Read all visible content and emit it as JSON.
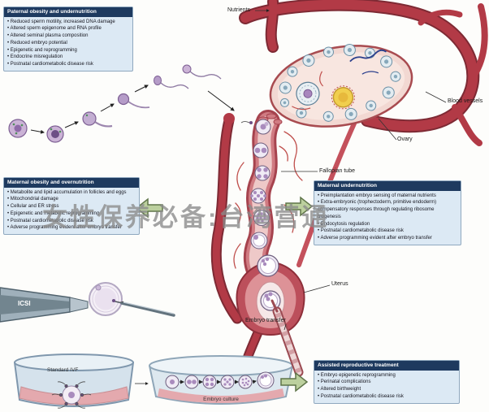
{
  "watermark": "女性保养必备:台湾营通",
  "boxes": {
    "paternal": {
      "title": "Paternal obesity and undernutrition",
      "items": [
        "Reduced sperm motility, increased DNA damage",
        "Altered sperm epigenome and RNA profile",
        "Altered seminal plasma composition",
        "Reduced embryo potential",
        "Epigenetic and reprogramming",
        "Endocrine misregulation",
        "Postnatal cardiometabolic disease risk"
      ]
    },
    "maternal_obesity": {
      "title": "Maternal obesity and overnutrition",
      "items": [
        "Metabolite and lipid accumulation in follicles and eggs",
        "Mitochondrial damage",
        "Cellular and ER stress",
        "Epigenetic and metabolic reprogramming",
        "Postnatal cardiometabolic disease risk",
        "Adverse programming evident after embryo transfer"
      ]
    },
    "maternal_undernutrition": {
      "title": "Maternal undernutrition",
      "items": [
        "Preimplantation embryo sensing of maternal nutrients",
        "Extra-embryonic (trophectoderm, primitive endoderm) compensatory responses through regulating ribosome biogenesis",
        "Endocytosis regulation",
        "Postnatal cardiometabolic disease risk",
        "Adverse programming evident after embryo transfer"
      ]
    },
    "assisted_reproductive": {
      "title": "Assisted reproductive treatment",
      "items": [
        "Embryo epigenetic reprogramming",
        "Perinatal complications",
        "Altered birthweight",
        "Postnatal cardiometabolic disease risk"
      ]
    }
  },
  "labels": {
    "nutrients": "Nutrients",
    "blood_vessels": "Blood vessels",
    "ovary": "Ovary",
    "fallopian_tube": "Fallopian tube",
    "uterus": "Uterus",
    "embryo_transfer": "Embryo transfer",
    "icsi": "ICSI",
    "standard_ivf": "Standard IVF",
    "embryo_culture": "Embryo culture"
  },
  "colors": {
    "vessel_red": "#b23a46",
    "tissue_pink": "#f2d8d2",
    "box_header_navy": "#1e3a5f",
    "box_body_blue": "#dce9f4",
    "arrow_green": "#bcd09e",
    "cell_purple": "#a98bbd",
    "follicle_yellow": "#f1cf4e"
  }
}
